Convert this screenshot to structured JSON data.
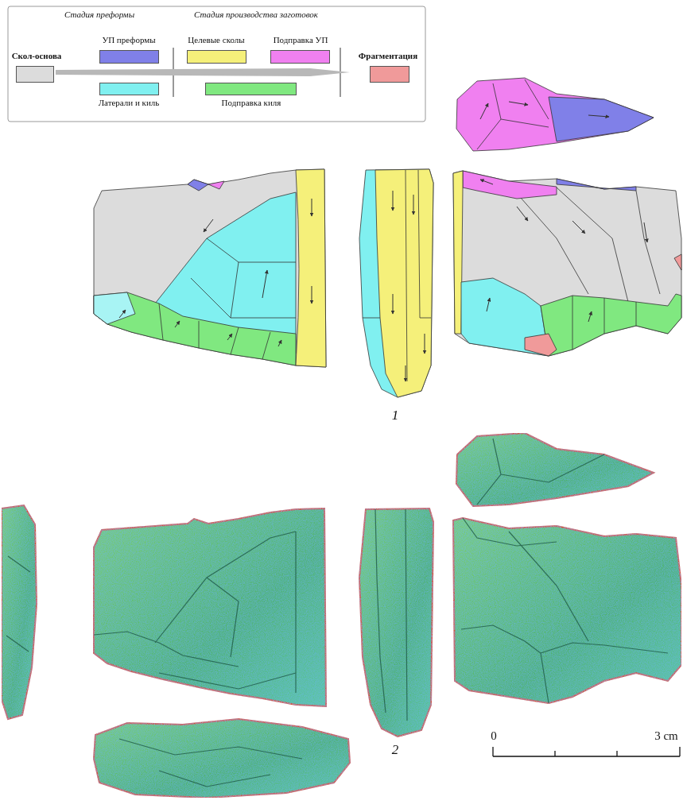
{
  "diagram": {
    "labels": [
      "Стадия преформы",
      "Стадия производства заготовок",
      "1",
      "2",
      "0",
      "3 cm"
    ],
    "legend": [
      {
        "text": "Скол-основа",
        "color": "#dcdcdc"
      },
      {
        "text": "УП преформы",
        "color": "#8080e8"
      },
      {
        "text": "Латерали и киль",
        "color": "#80f0f0"
      },
      {
        "text": "Целевые сколы",
        "color": "#f5f07a"
      },
      {
        "text": "Подправка киля",
        "color": "#80e880"
      },
      {
        "text": "Подправка УП",
        "color": "#f080f0"
      },
      {
        "text": "Фрагментация",
        "color": "#f09a9a"
      }
    ]
  }
}
